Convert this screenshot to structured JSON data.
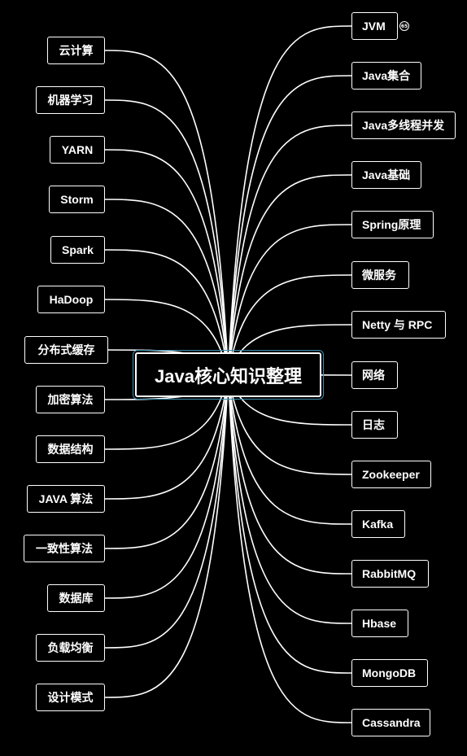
{
  "center": {
    "label": "Java核心知识整理"
  },
  "left_nodes": [
    {
      "label": "云计算"
    },
    {
      "label": "机器学习"
    },
    {
      "label": "YARN"
    },
    {
      "label": "Storm"
    },
    {
      "label": "Spark"
    },
    {
      "label": "HaDoop"
    },
    {
      "label": "分布式缓存"
    },
    {
      "label": "加密算法"
    },
    {
      "label": "数据结构"
    },
    {
      "label": "JAVA 算法"
    },
    {
      "label": "一致性算法"
    },
    {
      "label": "数据库"
    },
    {
      "label": "负载均衡"
    },
    {
      "label": "设计模式"
    }
  ],
  "right_nodes": [
    {
      "label": "JVM"
    },
    {
      "label": "Java集合"
    },
    {
      "label": "Java多线程并发"
    },
    {
      "label": "Java基础"
    },
    {
      "label": "Spring原理"
    },
    {
      "label": "微服务"
    },
    {
      "label": "Netty 与 RPC"
    },
    {
      "label": "网络"
    },
    {
      "label": "日志"
    },
    {
      "label": "Zookeeper"
    },
    {
      "label": "Kafka"
    },
    {
      "label": "RabbitMQ"
    },
    {
      "label": "Hbase"
    },
    {
      "label": "MongoDB"
    },
    {
      "label": "Cassandra"
    }
  ],
  "jvm_badge": {
    "text": "65"
  },
  "colors": {
    "background": "#000000",
    "line": "#ffffff",
    "selection": "#3a8fb0"
  }
}
